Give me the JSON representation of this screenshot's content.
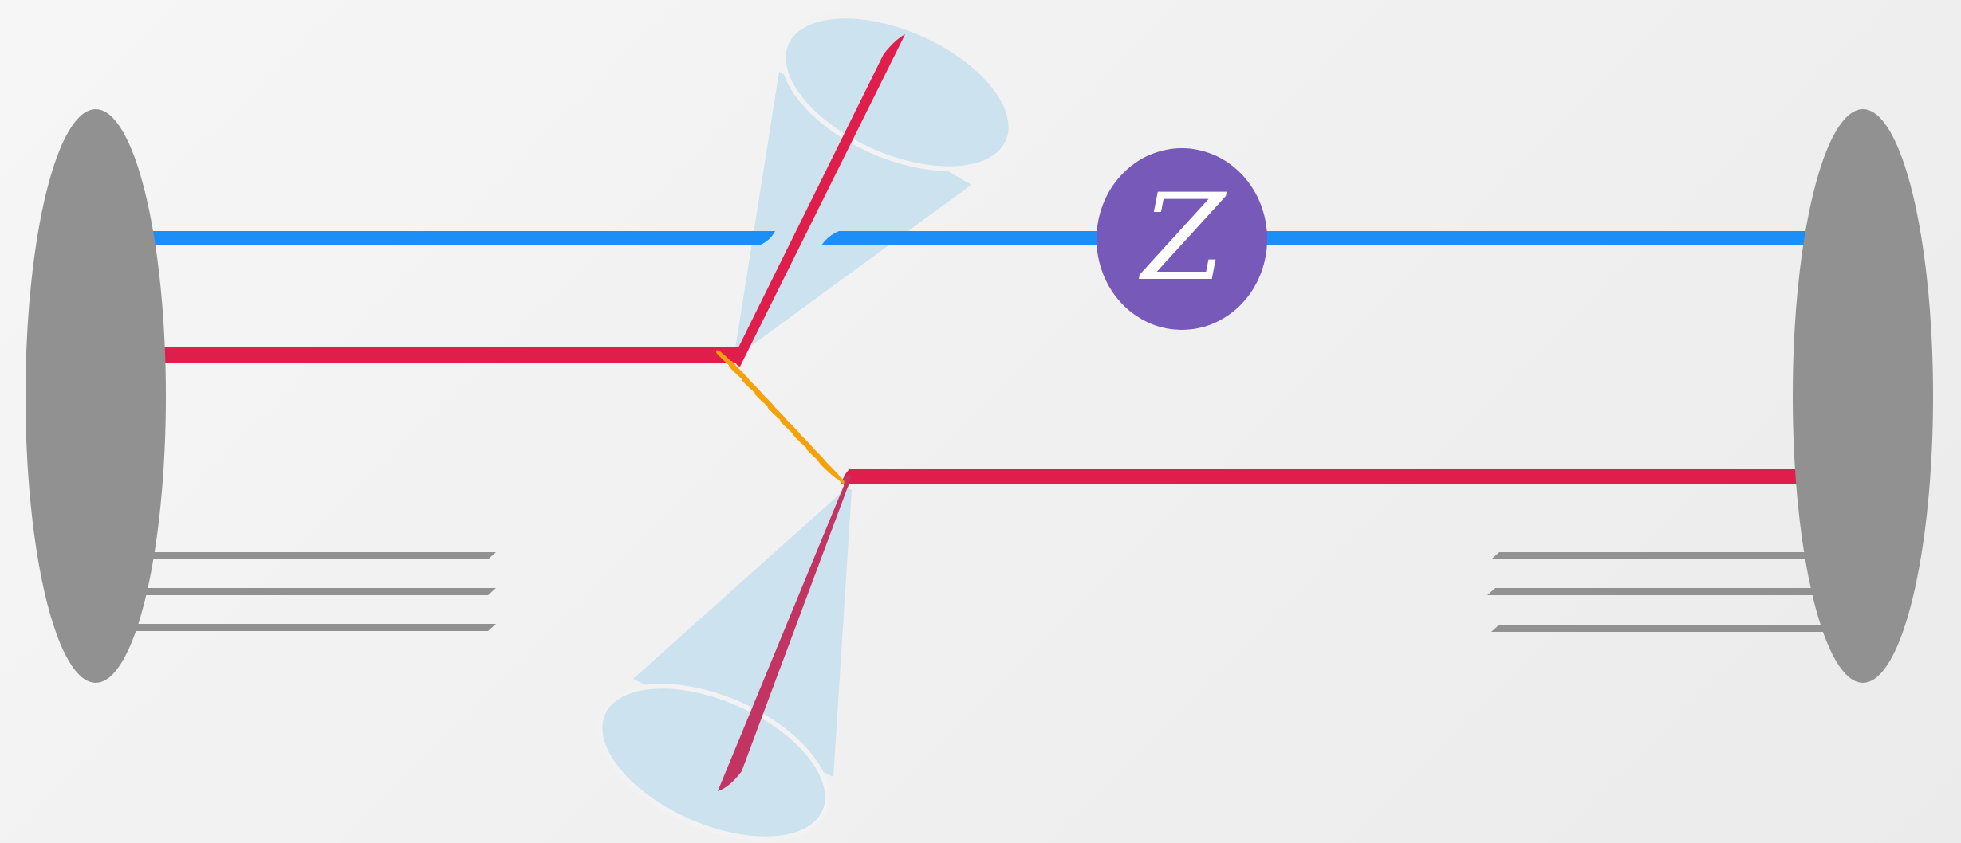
{
  "diagram": {
    "boson_label": "Z",
    "colors": {
      "background": "#f2f2f2",
      "proton": "#919191",
      "quark_line": "#e01e4b",
      "lepton_line": "#1b8ef8",
      "boson": "#7659b8",
      "boson_text": "#ffffff",
      "gluon": "#f5a20a",
      "jet_cone": "#cce2ee",
      "jet_line_lower": "#c23462",
      "spectator": "#919191"
    },
    "elements": {
      "incoming_protons": 2,
      "spectator_lines_per_proton": 3,
      "jets": 2
    }
  }
}
